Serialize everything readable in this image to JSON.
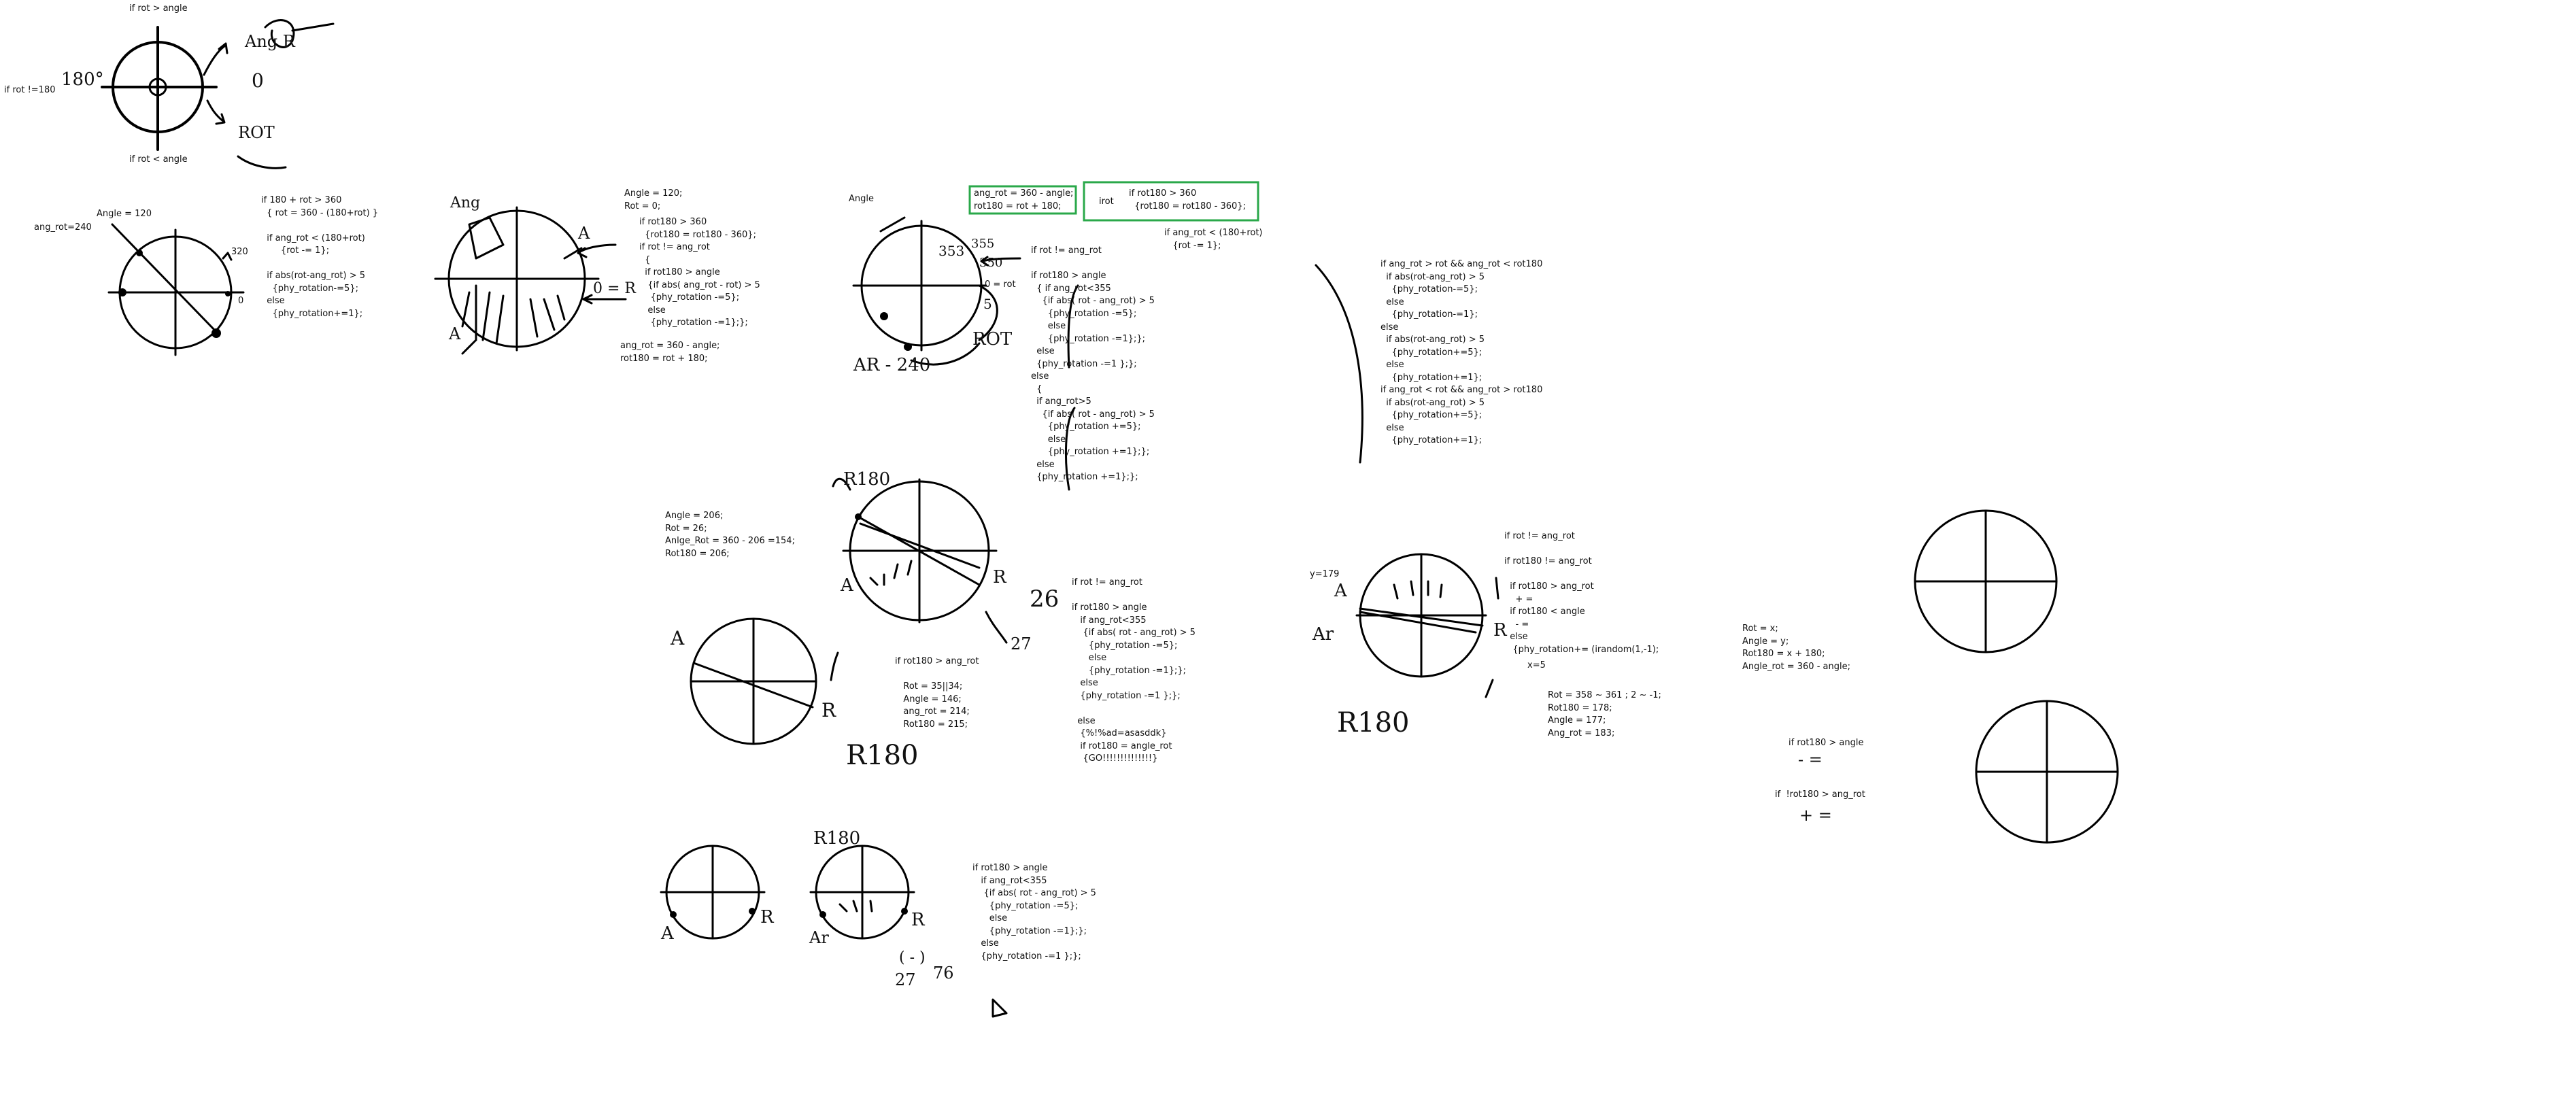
{
  "labels": {
    "if_rot_gt_angle": "if rot > angle",
    "if_rot_lt_angle": "if rot < angle",
    "if_rot_ne_180": "if rot !=180",
    "hw_180deg": "180°",
    "hw_zero": "0",
    "hw_ang_r": "Ang R",
    "hw_rot": "ROT",
    "angle_eq_120": "Angle = 120",
    "ang_rot_240": "ang_rot=240",
    "n320": "320",
    "n0a": "0",
    "angle_label": "Angle",
    "n_0_eq_rot": "0 = rot",
    "hw_353": "353",
    "hw_355": "355",
    "hw_350": "350",
    "hw_5": "5",
    "hw_ar_240": "AR - 240",
    "hw_a1": "A",
    "hw_a2": "A",
    "hw_ang": "Ang",
    "hw_zero_r": "0 = R",
    "irot": "irot",
    "y179": "y=179",
    "x5": "x=5",
    "hw_r180_big1": "R180",
    "hw_r180_big2": "R180",
    "hw_r180_top": "R180",
    "hw_r180_b": "R180",
    "hw_26": "26",
    "hw_27": "27",
    "hw_27b": "27",
    "hw_76": "76",
    "hw_minus": "( - )",
    "hw_a_mid": "A",
    "hw_r_mid": "R",
    "hw_a_left": "A",
    "hw_r_left": "R",
    "hw_a_r180": "A",
    "hw_ar_r180": "Ar",
    "hw_r_r180": "R",
    "hw_a_b1": "A",
    "hw_r_b1": "R",
    "hw_a_b2": "Ar",
    "hw_r_b2": "R",
    "hw_minus_eq": "- =",
    "hw_plus_eq": "+ =",
    "hw_plus_eq2": "+ =",
    "hw_minus_eq2": "- ="
  },
  "blocks": {
    "top_code": [
      "if 180 + rot > 360",
      "  { rot = 360 - (180+rot) }",
      "",
      "  if ang_rot < (180+rot)",
      "       {rot -= 1};",
      "",
      "  if abs(rot-ang_rot) > 5",
      "    {phy_rotation-=5};",
      "  else",
      "    {phy_rotation+=1};"
    ],
    "angle120": [
      "Angle = 120;",
      "Rot = 0;"
    ],
    "rot180_code": [
      "if rot180 > 360",
      "  {rot180 = rot180 - 360};",
      "if rot != ang_rot",
      "  {",
      "  if rot180 > angle",
      "   {if abs( ang_rot - rot) > 5",
      "    {phy_rotation -=5};",
      "   else",
      "    {phy_rotation -=1};};"
    ],
    "angrot_code2": [
      "ang_rot = 360 - angle;",
      "rot180 = rot + 180;"
    ],
    "green1": [
      "ang_rot = 360 - angle;",
      "rot180 = rot + 180;"
    ],
    "green2": [
      "if rot180 > 360",
      "  {rot180 = rot180 - 360};"
    ],
    "if_ang_rot": [
      "if ang_rot < (180+rot)",
      "   {rot -= 1};"
    ],
    "mid_code": [
      "if rot != ang_rot",
      "",
      "if rot180 > angle",
      "  { if ang_rot<355",
      "    {if abs( rot - ang_rot) > 5",
      "      {phy_rotation -=5};",
      "      else",
      "      {phy_rotation -=1};};",
      "  else",
      "  {phy_rotation -=1 };};",
      "else",
      "  {",
      "  if ang_rot>5",
      "    {if abs( rot - ang_rot) > 5",
      "      {phy_rotation +=5};",
      "      else",
      "      {phy_rotation +=1};};",
      "  else",
      "  {phy_rotation +=1};};"
    ],
    "right_code": [
      "if ang_rot > rot && ang_rot < rot180",
      "  if abs(rot-ang_rot) > 5",
      "    {phy_rotation-=5};",
      "  else",
      "    {phy_rotation-=1};",
      "else",
      "  if abs(rot-ang_rot) > 5",
      "    {phy_rotation+=5};",
      "  else",
      "    {phy_rotation+=1};",
      "if ang_rot < rot && ang_rot > rot180",
      "  if abs(rot-ang_rot) > 5",
      "    {phy_rotation+=5};",
      "  else",
      "    {phy_rotation+=1};"
    ],
    "angle206": [
      "Angle = 206;",
      "Rot = 26;",
      "Anlge_Rot = 360 - 206 =154;",
      "Rot180 = 206;"
    ],
    "rot180_gt_angrot": [
      "if rot180 > ang_rot",
      "",
      "   Rot = 35||34;",
      "   Angle = 146;",
      "   ang_rot = 214;",
      "   Rot180 = 215;"
    ],
    "mid2_code": [
      "if rot != ang_rot",
      "",
      "if rot180 > angle",
      "   if ang_rot<355",
      "    {if abs( rot - ang_rot) > 5",
      "      {phy_rotation -=5};",
      "      else",
      "      {phy_rotation -=1};};",
      "   else",
      "   {phy_rotation -=1 };};",
      "",
      "  else",
      "   {%!%ad=asasddk}",
      "   if rot180 = angle_rot",
      "    {GO!!!!!!!!!!!!!!}"
    ],
    "r180_code": [
      "if rot != ang_rot",
      "",
      "if rot180 != ang_rot",
      "",
      "  if rot180 > ang_rot",
      "    + =",
      "  if rot180 < angle",
      "    - =",
      "  else",
      "   {phy_rotation+= (irandom(1,-1);"
    ],
    "rot358": [
      "Rot = 358 ~ 361 ; 2 ~ -1;",
      "Rot180 = 178;",
      "Angle = 177;",
      "Ang_rot = 183;"
    ],
    "rot_x": [
      "Rot = x;",
      "Angle = y;",
      "Rot180 = x + 180;",
      "Angle_rot = 360 - angle;"
    ],
    "rot180_gt_angle": [
      "if rot180 > angle"
    ],
    "not_rot180": [
      "if  !rot180 > ang_rot"
    ],
    "bottom_code": [
      "if rot180 > angle",
      "   if ang_rot<355",
      "    {if abs( rot - ang_rot) > 5",
      "      {phy_rotation -=5};",
      "      else",
      "      {phy_rotation -=1};};",
      "   else",
      "   {phy_rotation -=1 };};"
    ]
  }
}
